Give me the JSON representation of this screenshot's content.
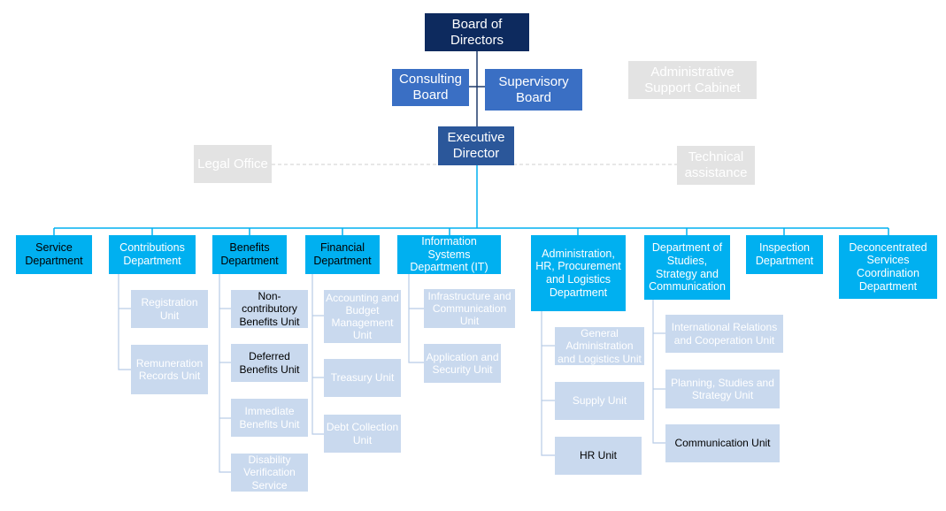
{
  "top": {
    "board": "Board of Directors",
    "consulting": "Consulting Board",
    "supervisory": "Supervisory Board",
    "admin_cabinet": "Administrative Support Cabinet",
    "executive": "Executive Director",
    "legal": "Legal Office",
    "technical": "Technical assistance"
  },
  "departments": [
    {
      "label": "Service Department",
      "units": []
    },
    {
      "label": "Contributions Department",
      "units": [
        "Registration Unit",
        "Remuneration Records Unit"
      ]
    },
    {
      "label": "Benefits Department",
      "units": [
        "Non-contributory Benefits Unit",
        "Deferred Benefits Unit",
        "Immediate Benefits Unit",
        "Disability Verification Service"
      ]
    },
    {
      "label": "Financial Department",
      "units": [
        "Accounting and Budget Management Unit",
        "Treasury Unit",
        "Debt Collection Unit"
      ]
    },
    {
      "label": "Information Systems Department (IT)",
      "units": [
        "Infrastructure and Communication Unit",
        "Application and Security Unit"
      ]
    },
    {
      "label": "Administration, HR, Procurement and Logistics Department",
      "units": [
        "General Administration and Logistics Unit",
        "Supply Unit",
        "HR Unit"
      ]
    },
    {
      "label": "Department of Studies, Strategy and Communication",
      "units": [
        "International Relations and Cooperation Unit",
        "Planning, Studies and Strategy Unit",
        "Communication Unit"
      ]
    },
    {
      "label": "Inspection Department",
      "units": []
    },
    {
      "label": "Deconcentrated Services Coordination Department",
      "units": []
    }
  ],
  "colors": {
    "board": "#0d2a5e",
    "advisory": "#3a6fc4",
    "executive": "#2b579a",
    "department": "#00b0f0",
    "unit": "#c9d9ee",
    "support": "#e3e3e3",
    "connector": "#00b0f0",
    "unit_connector": "#c9d9ee"
  }
}
